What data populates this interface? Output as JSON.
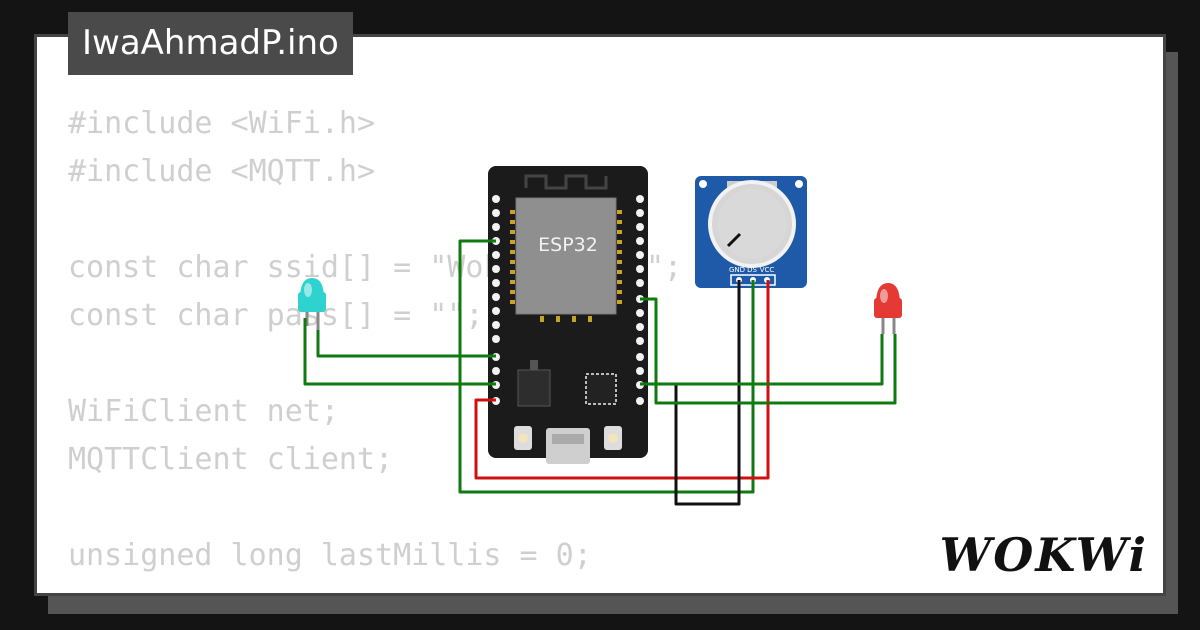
{
  "project": {
    "filename": "IwaAhmadP.ino"
  },
  "code": {
    "lines": [
      "#include <WiFi.h>",
      "#include <MQTT.h>",
      "",
      "const char ssid[] = \"Wokwi-GUEST\";",
      "const char pass[] = \"\";",
      "",
      "WiFiClient net;",
      "MQTTClient client;",
      "",
      "unsigned long lastMillis = 0;"
    ]
  },
  "board": {
    "label": "ESP32"
  },
  "potentiometer": {
    "pin_labels": [
      "GND",
      "DS",
      "VCC"
    ]
  },
  "leds": {
    "left_color": "#2ed3d0",
    "right_color": "#e53935"
  },
  "wire_colors": {
    "green": "#0f7a0f",
    "red": "#d01010",
    "black": "#111111"
  },
  "brand": {
    "name": "WOKWi"
  }
}
